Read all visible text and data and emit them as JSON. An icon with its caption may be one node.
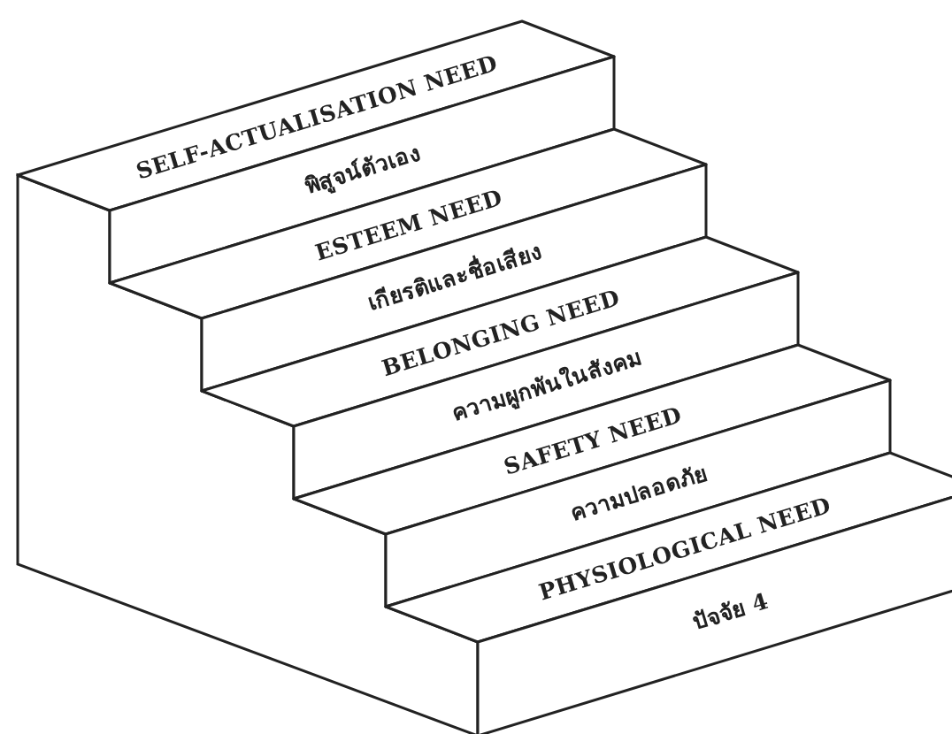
{
  "diagram": {
    "nodes": [
      {
        "text": [
          "SELF-ACTUALISATION NEED"
        ]
      },
      {
        "text": [
          "พิสูจน์ตัวเอง"
        ]
      },
      {
        "text": [
          "ESTEEM NEED"
        ]
      },
      {
        "text": [
          "เกียรติและชื่อเสียง"
        ]
      },
      {
        "text": [
          "BELONGING NEED"
        ]
      },
      {
        "text": [
          "ความผูกพันในสังคม"
        ]
      },
      {
        "text": [
          "SAFETY NEED"
        ]
      },
      {
        "text": [
          "ความปลอดภัย"
        ]
      },
      {
        "text": [
          "PHYSIOLOGICAL NEED"
        ]
      },
      {
        "text": [
          "ปัจจัย 4"
        ]
      }
    ]
  }
}
